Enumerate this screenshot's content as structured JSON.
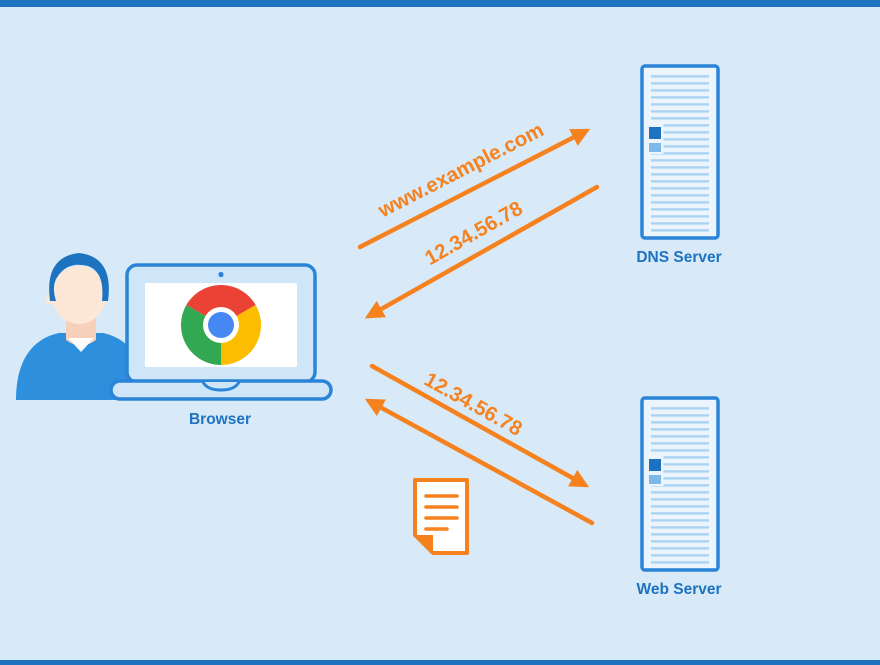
{
  "diagram": {
    "title": "DNS resolution flow diagram",
    "browser": {
      "label": "Browser"
    },
    "dns_server": {
      "label": "DNS Server"
    },
    "web_server": {
      "label": "Web Server"
    },
    "messages": {
      "dns_request": "www.example.com",
      "dns_response": "12.34.56.78",
      "web_request": "12.34.56.78"
    },
    "icons": {
      "user": "user-icon",
      "laptop": "laptop-icon",
      "browser_logo": "chrome-logo-icon",
      "dns_server": "dns-server-icon",
      "web_server": "web-server-icon",
      "document": "document-icon",
      "arrows": [
        "dns-request-arrow-icon",
        "dns-response-arrow-icon",
        "web-request-arrow-icon",
        "web-response-arrow-icon"
      ]
    },
    "colors": {
      "background": "#d8e9f8",
      "blue": "#2a84d8",
      "blue_dark": "#1d73c0",
      "body_blue": "#2e8fdc",
      "server_line": "#aad4f2",
      "laptop_fill": "#cfe6f8",
      "server_fill": "#ecf5fd",
      "orange": "#f5821f",
      "skin": "#fde7d6",
      "skin_shadow": "#f6d0b8",
      "chrome_red": "#ea4335",
      "chrome_yellow": "#fcbd00",
      "chrome_green": "#33a852",
      "chrome_blue": "#4587f3",
      "white": "#ffffff"
    }
  }
}
